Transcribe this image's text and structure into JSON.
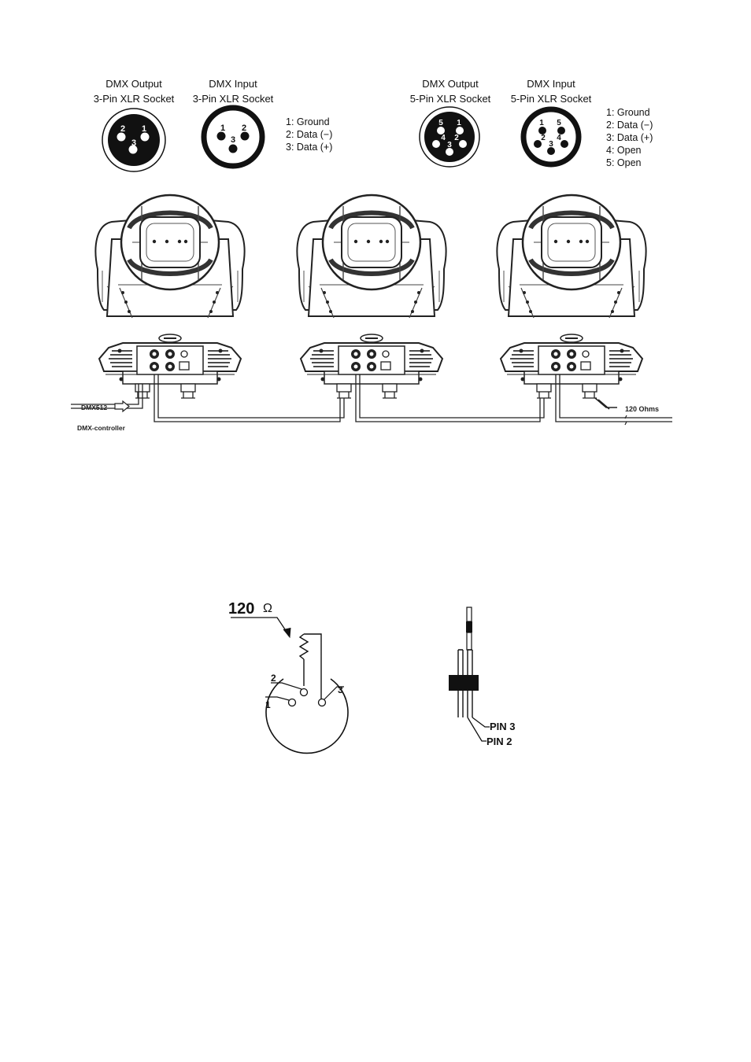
{
  "connectors": [
    {
      "line1": "DMX Output",
      "line2": "3-Pin XLR Socket"
    },
    {
      "line1": "DMX Input",
      "line2": "3-Pin XLR Socket"
    },
    {
      "line1": "DMX Output",
      "line2": "5-Pin XLR Socket"
    },
    {
      "line1": "DMX Input",
      "line2": "5-Pin XLR Socket"
    }
  ],
  "pin_legend_3": [
    "1: Ground",
    "2: Data (−)",
    "3: Data (+)"
  ],
  "pin_legend_5": [
    "1: Ground",
    "2: Data (−)",
    "3: Data (+)",
    "4: Open",
    "5: Open"
  ],
  "pins": {
    "out3": [
      "2",
      "1",
      "3"
    ],
    "in3": [
      "1",
      "2",
      "3"
    ],
    "out5": [
      "5",
      "1",
      "4",
      "2",
      "3"
    ],
    "in5": [
      "1",
      "5",
      "2",
      "4",
      "3"
    ]
  },
  "wiring": {
    "dmx_in_label": "DMX512",
    "controller_label": "DMX-controller",
    "terminator_label": "120 Ohms"
  },
  "terminator": {
    "resistor_label": "120",
    "ohm_symbol": "Ω",
    "pin_labels": [
      "1",
      "2",
      "3"
    ],
    "side_pin3": "PIN 3",
    "side_pin2": "PIN 2"
  }
}
